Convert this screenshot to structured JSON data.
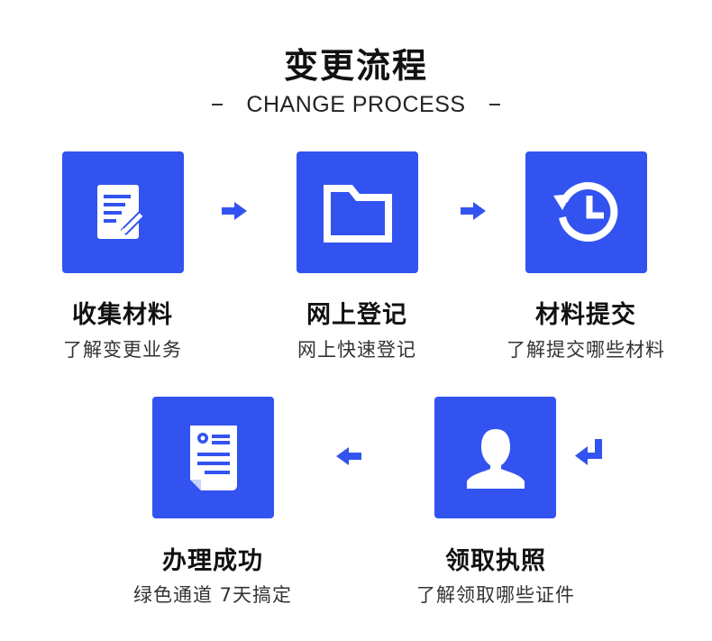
{
  "header": {
    "title": "变更流程",
    "subtitle": "CHANGE PROCESS"
  },
  "colors": {
    "accent": "#3353f0",
    "text": "#111111",
    "muted": "#333333"
  },
  "steps": [
    {
      "title": "收集材料",
      "desc": "了解变更业务",
      "icon": "document-edit-icon"
    },
    {
      "title": "网上登记",
      "desc": "网上快速登记",
      "icon": "folder-icon"
    },
    {
      "title": "材料提交",
      "desc": "了解提交哪些材料",
      "icon": "history-clock-icon"
    },
    {
      "title": "领取执照",
      "desc": "了解领取哪些证件",
      "icon": "user-icon"
    },
    {
      "title": "办理成功",
      "desc": "绿色通道 7天搞定",
      "icon": "certificate-icon"
    }
  ]
}
